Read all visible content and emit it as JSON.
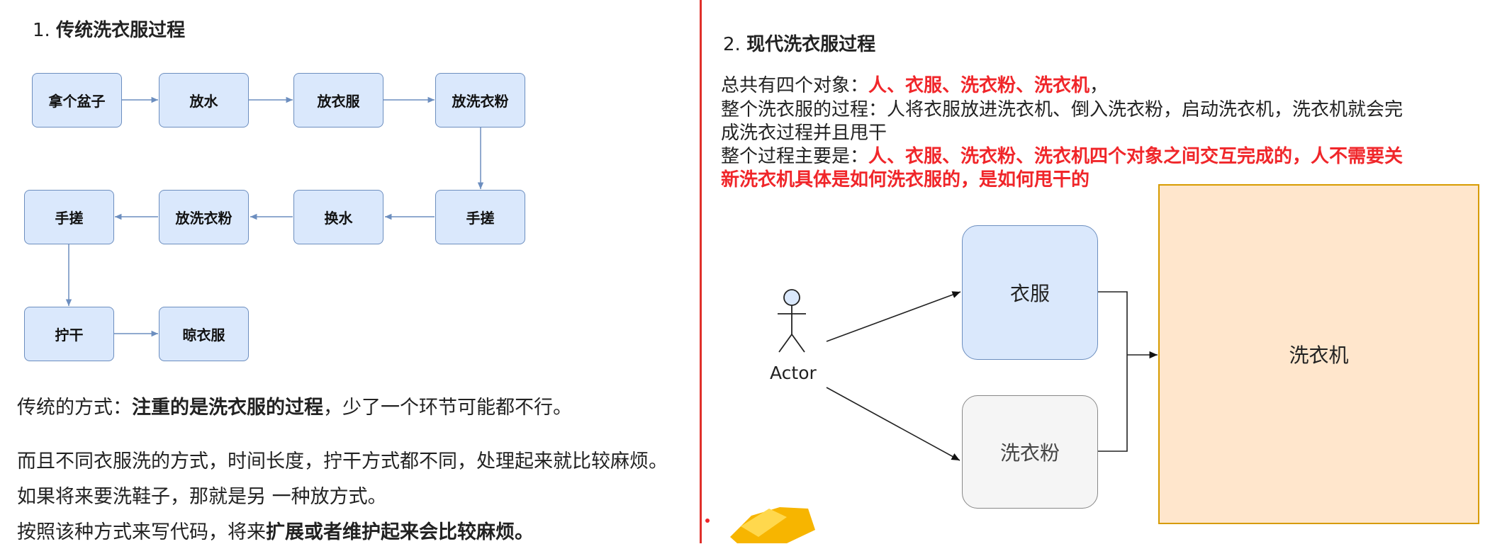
{
  "left": {
    "heading_num": "1.",
    "heading": "传统洗衣服过程",
    "flow_nodes": [
      "拿个盆子",
      "放水",
      "放衣服",
      "放洗衣粉",
      "手搓",
      "换水",
      "放洗衣粉",
      "手搓",
      "拧干",
      "晾衣服"
    ],
    "para1_prefix": "传统的方式：",
    "para1_bold": "注重的是洗衣服的过程",
    "para1_suffix": "，少了一个环节可能都不行。",
    "para2": "而且不同衣服洗的方式，时间长度，拧干方式都不同，处理起来就比较麻烦。",
    "para3": "如果将来要洗鞋子，那就是另 一种放方式。",
    "para4_prefix": "按照该种方式来写代码，将来",
    "para4_bold": "扩展或者维护起来会比较麻烦。"
  },
  "right": {
    "heading_num": "2.",
    "heading": "现代洗衣服过程",
    "line1_prefix": "总共有四个对象：",
    "line1_red": "人、衣服、洗衣粉、洗衣机",
    "line1_suffix": "，",
    "line2": "整个洗衣服的过程：人将衣服放进洗衣机、倒入洗衣粉，启动洗衣机，洗衣机就会完",
    "line3": "成洗衣过程并且甩干",
    "line4_prefix": "整个过程主要是：",
    "line4_red": "人、衣服、洗衣粉、洗衣机四个对象之间交互完成的，人不需要关",
    "line5_red": "新洗衣机具体是如何洗衣服的，是如何甩干的",
    "actor_label": "Actor",
    "box_clothes": "衣服",
    "box_powder": "洗衣粉",
    "box_washer": "洗衣机"
  },
  "colors": {
    "accent_red": "#f0262a",
    "node_fill": "#dae8fc",
    "node_border": "#6c8ebf",
    "washer_fill": "#ffe6cc",
    "washer_border": "#d79b00",
    "powder_fill": "#f5f5f5"
  }
}
